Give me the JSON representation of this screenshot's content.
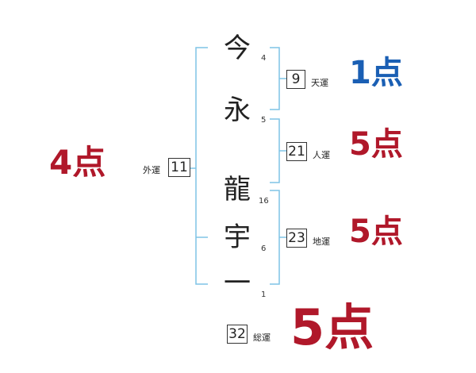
{
  "name_chars": [
    {
      "char": "今",
      "strokes": "4"
    },
    {
      "char": "永",
      "strokes": "5"
    },
    {
      "char": "龍",
      "strokes": "16"
    },
    {
      "char": "宇",
      "strokes": "6"
    },
    {
      "char": "一",
      "strokes": "1"
    }
  ],
  "fortunes": {
    "ten": {
      "value": "9",
      "label": "天運",
      "score": "1点"
    },
    "jin": {
      "value": "21",
      "label": "人運",
      "score": "5点"
    },
    "chi": {
      "value": "23",
      "label": "地運",
      "score": "5点"
    },
    "gai": {
      "value": "11",
      "label": "外運",
      "score": "4点"
    },
    "sou": {
      "value": "32",
      "label": "総運",
      "score": "5点"
    }
  },
  "colors": {
    "bracket": "#7fc4e6",
    "score_red": "#b0182a",
    "score_blue": "#1a5fb4",
    "text": "#222222"
  }
}
